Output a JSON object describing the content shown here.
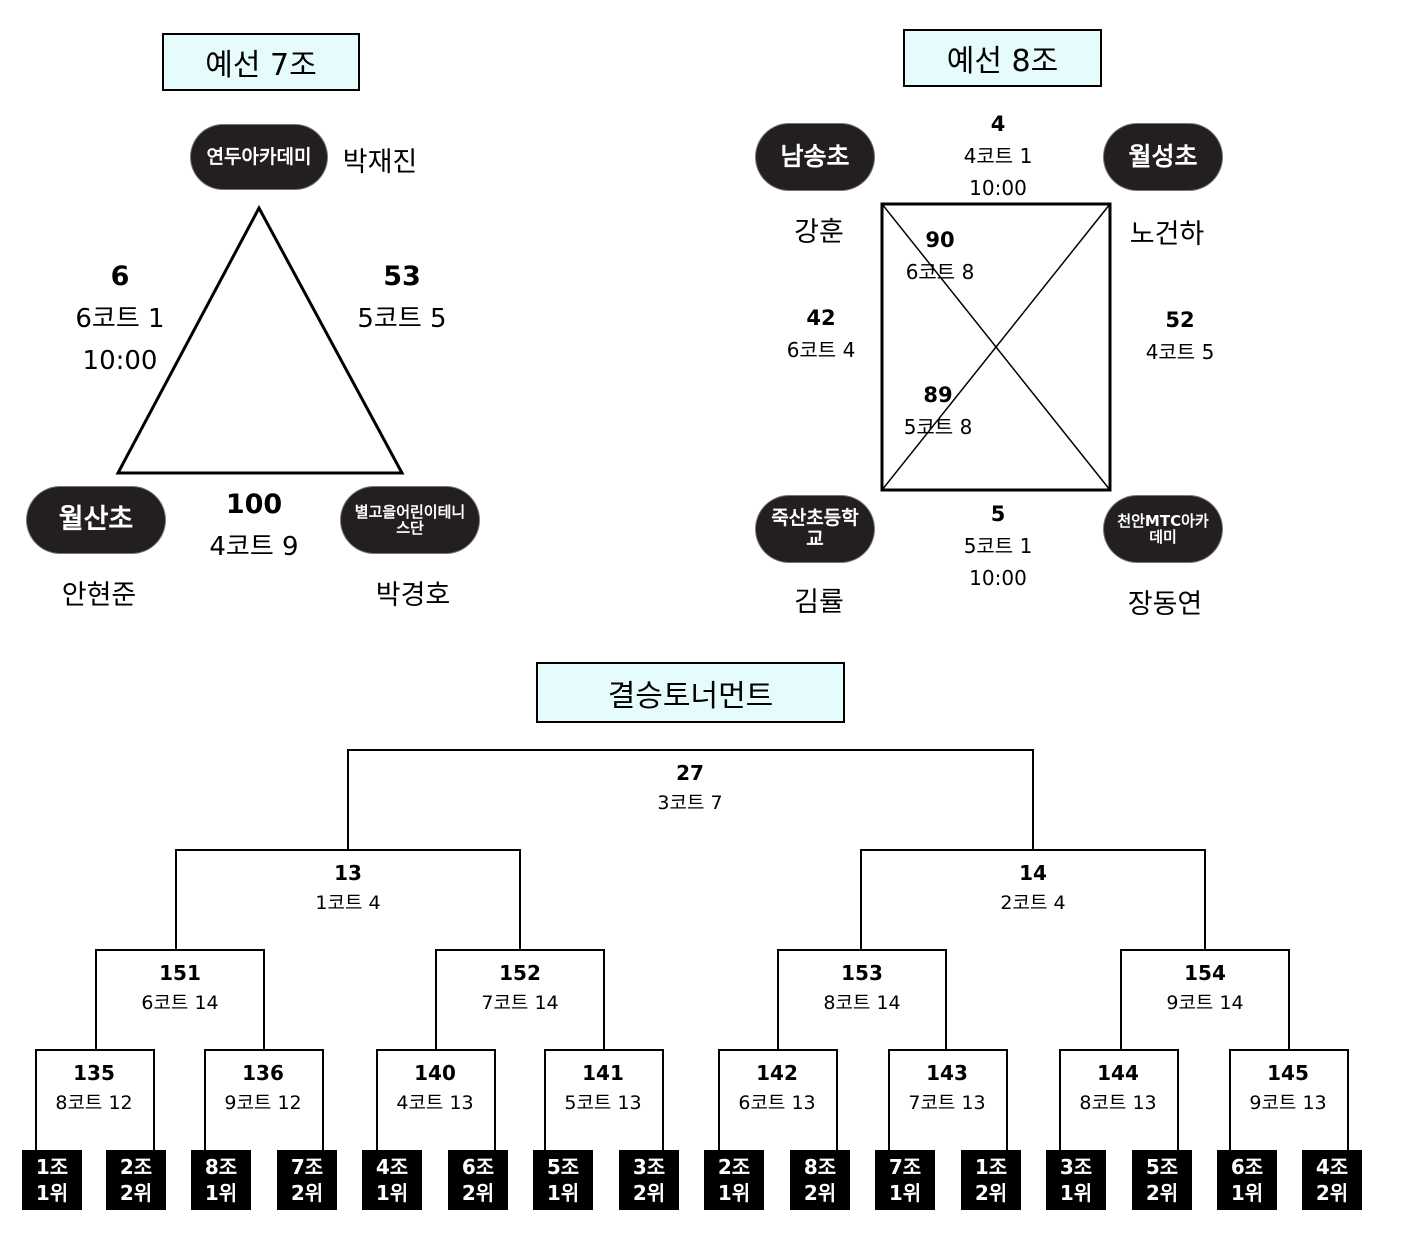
{
  "group7": {
    "title": "예선 7조",
    "teams": [
      {
        "school": "연두아카데미",
        "player": "박재진"
      },
      {
        "school": "월산초",
        "player": "안현준"
      },
      {
        "school": "별고을어린이테니스단",
        "player": "박경호"
      }
    ],
    "matches": [
      {
        "num": "6",
        "court": "6코트 1",
        "time": "10:00"
      },
      {
        "num": "53",
        "court": "5코트 5"
      },
      {
        "num": "100",
        "court": "4코트 9"
      }
    ]
  },
  "group8": {
    "title": "예선 8조",
    "teams": [
      {
        "school": "남송초",
        "player": "강훈"
      },
      {
        "school": "월성초",
        "player": "노건하"
      },
      {
        "school": "죽산초등학교",
        "player": "김률"
      },
      {
        "school": "천안MTC아카데미",
        "player": "장동연"
      }
    ],
    "matches": [
      {
        "num": "4",
        "court": "4코트 1",
        "time": "10:00"
      },
      {
        "num": "90",
        "court": "6코트 8"
      },
      {
        "num": "42",
        "court": "6코트 4"
      },
      {
        "num": "52",
        "court": "4코트 5"
      },
      {
        "num": "89",
        "court": "5코트 8"
      },
      {
        "num": "5",
        "court": "5코트 1",
        "time": "10:00"
      }
    ]
  },
  "finals": {
    "title": "결승토너먼트",
    "final": {
      "num": "27",
      "court": "3코트 7"
    },
    "semis": [
      {
        "num": "13",
        "court": "1코트 4"
      },
      {
        "num": "14",
        "court": "2코트 4"
      }
    ],
    "quarters": [
      {
        "num": "151",
        "court": "6코트 14"
      },
      {
        "num": "152",
        "court": "7코트 14"
      },
      {
        "num": "153",
        "court": "8코트 14"
      },
      {
        "num": "154",
        "court": "9코트 14"
      }
    ],
    "round16": [
      {
        "num": "135",
        "court": "8코트 12"
      },
      {
        "num": "136",
        "court": "9코트 12"
      },
      {
        "num": "140",
        "court": "4코트 13"
      },
      {
        "num": "141",
        "court": "5코트 13"
      },
      {
        "num": "142",
        "court": "6코트 13"
      },
      {
        "num": "143",
        "court": "7코트 13"
      },
      {
        "num": "144",
        "court": "8코트 13"
      },
      {
        "num": "145",
        "court": "9코트 13"
      }
    ],
    "seeds": [
      {
        "group": "1조",
        "rank": "1위"
      },
      {
        "group": "2조",
        "rank": "2위"
      },
      {
        "group": "8조",
        "rank": "1위"
      },
      {
        "group": "7조",
        "rank": "2위"
      },
      {
        "group": "4조",
        "rank": "1위"
      },
      {
        "group": "6조",
        "rank": "2위"
      },
      {
        "group": "5조",
        "rank": "1위"
      },
      {
        "group": "3조",
        "rank": "2위"
      },
      {
        "group": "2조",
        "rank": "1위"
      },
      {
        "group": "8조",
        "rank": "2위"
      },
      {
        "group": "7조",
        "rank": "1위"
      },
      {
        "group": "1조",
        "rank": "2위"
      },
      {
        "group": "3조",
        "rank": "1위"
      },
      {
        "group": "5조",
        "rank": "2위"
      },
      {
        "group": "6조",
        "rank": "1위"
      },
      {
        "group": "4조",
        "rank": "2위"
      }
    ]
  }
}
